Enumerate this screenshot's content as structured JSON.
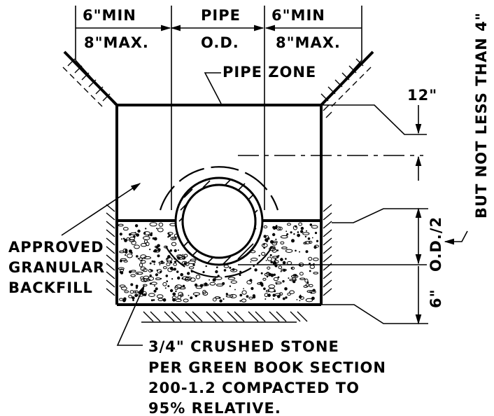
{
  "labels": {
    "left_clearance_top": "6\"MIN",
    "left_clearance_bottom": "8\"MAX.",
    "pipe_top": "PIPE",
    "pipe_bottom": "O.D.",
    "right_clearance_top": "6\"MIN",
    "right_clearance_bottom": "8\"MAX.",
    "pipe_zone": "PIPE ZONE",
    "cover_depth": "12\"",
    "vertical_note": "BUT NOT LESS THAN 4\"",
    "half_od": "O.D./2",
    "bedding_depth": "6\"",
    "backfill_line1": "APPROVED",
    "backfill_line2": "GRANULAR",
    "backfill_line3": "BACKFILL",
    "stone_line1": "3/4\" CRUSHED STONE",
    "stone_line2": "PER GREEN BOOK SECTION",
    "stone_line3": "200-1.2 COMPACTED TO",
    "stone_line4": "95% RELATIVE."
  }
}
